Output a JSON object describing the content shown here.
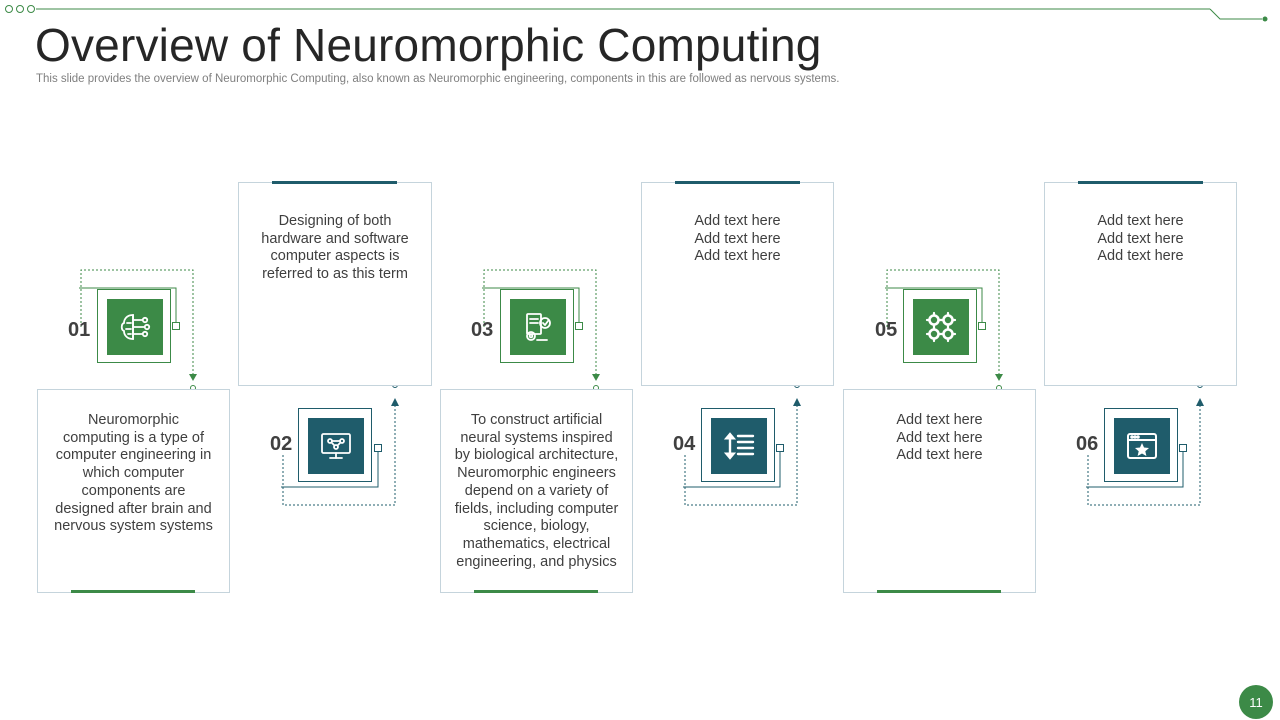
{
  "slide": {
    "title": "Overview of Neuromorphic Computing",
    "subtitle": "This slide provides the overview of Neuromorphic Computing, also known as Neuromorphic engineering, components in this are followed as nervous systems.",
    "page_number": "11"
  },
  "colors": {
    "green": "#3c8a47",
    "teal": "#1f5c6b"
  },
  "steps": [
    {
      "number": "01",
      "icon": "brain-circuit-icon",
      "text": "Neuromorphic\ncomputing is a type of\ncomputer engineering in\nwhich computer\ncomponents are\ndesigned after brain and\nnervous system systems"
    },
    {
      "number": "02",
      "icon": "monitor-network-icon",
      "text": "Designing of both\nhardware and software\ncomputer aspects is\nreferred to as this term"
    },
    {
      "number": "03",
      "icon": "computer-settings-icon",
      "text": "To construct artificial\nneural systems inspired\nby biological architecture,\nNeuromorphic engineers\ndepend on a variety of\nfields, including computer\nscience, biology,\nmathematics, electrical\nengineering, and physics"
    },
    {
      "number": "04",
      "icon": "line-spacing-icon",
      "text": "Add text here\nAdd text here\nAdd text here"
    },
    {
      "number": "05",
      "icon": "gears-icon",
      "text": "Add text here\nAdd text here\nAdd text here"
    },
    {
      "number": "06",
      "icon": "browser-star-icon",
      "text": "Add text here\nAdd text here\nAdd text here"
    }
  ]
}
